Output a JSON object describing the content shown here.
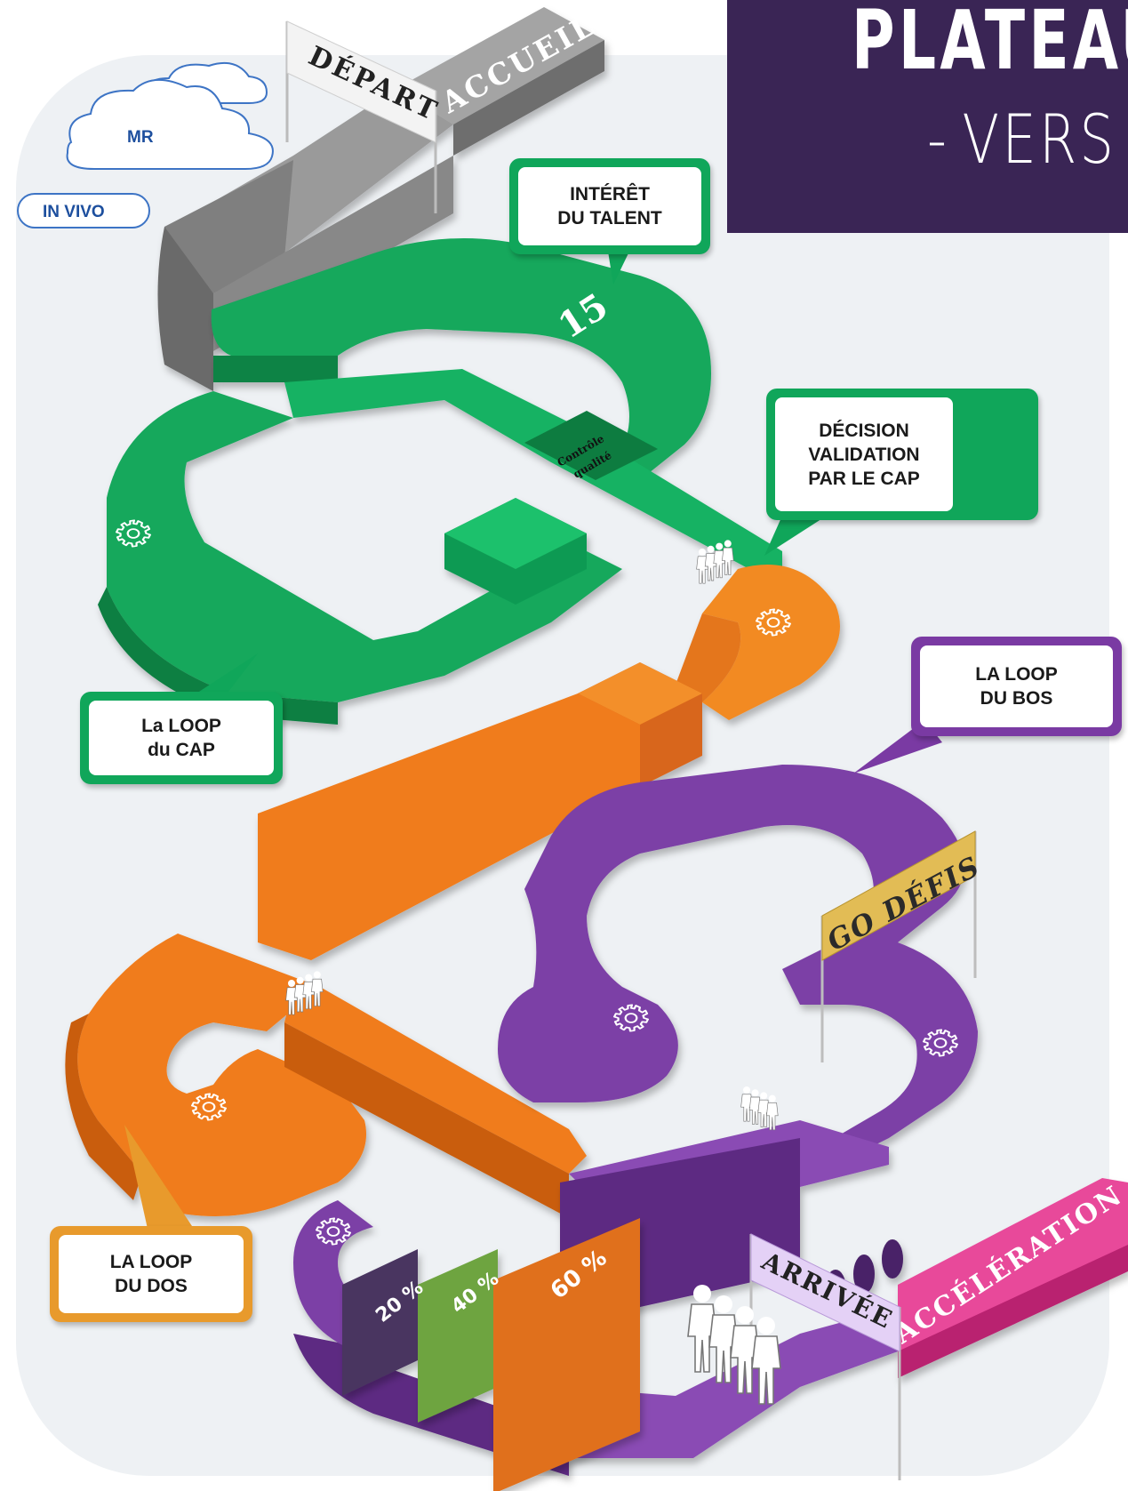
{
  "title": {
    "main": "PLATEAU",
    "sub_dash": "-",
    "sub": "VERS"
  },
  "clouds": {
    "mr": "MR",
    "in_vivo": "IN VIVO"
  },
  "track": {
    "start_flag": "DÉPART",
    "accueil": "ACCUEIL",
    "tile_15": "15",
    "quality_line1": "Contrôle",
    "quality_line2": "qualité",
    "go_defis": "GO DÉFIS",
    "arrivee": "ARRIVÉE",
    "acceleration": "ACCÉLÉRATION"
  },
  "progress": [
    {
      "label": "20 %",
      "value": 20,
      "color": "#4a3560"
    },
    {
      "label": "40 %",
      "value": 40,
      "color": "#6ea43f"
    },
    {
      "label": "60 %",
      "value": 60,
      "color": "#e0701a"
    }
  ],
  "callouts": {
    "interet": {
      "line1": "INTÉRÊT",
      "line2": "DU TALENT"
    },
    "decision": {
      "line1": "DÉCISION",
      "line2": "VALIDATION",
      "line3": "PAR LE CAP"
    },
    "loop_cap": {
      "line1": "La LOOP",
      "line2": "du CAP"
    },
    "loop_bos": {
      "line1": "LA LOOP",
      "line2": "DU BOS"
    },
    "loop_dos": {
      "line1": "LA LOOP",
      "line2": "DU DOS"
    }
  },
  "colors": {
    "green": "#10a65a",
    "orange": "#f07c1a",
    "purple": "#7a3aa3",
    "grey": "#8c8c8c",
    "pink": "#e8489a",
    "title_bg": "#3a2555"
  },
  "icons": [
    "gear-icon",
    "people-icon",
    "lightbulb-icon",
    "cloud-icon",
    "flag-icon"
  ]
}
